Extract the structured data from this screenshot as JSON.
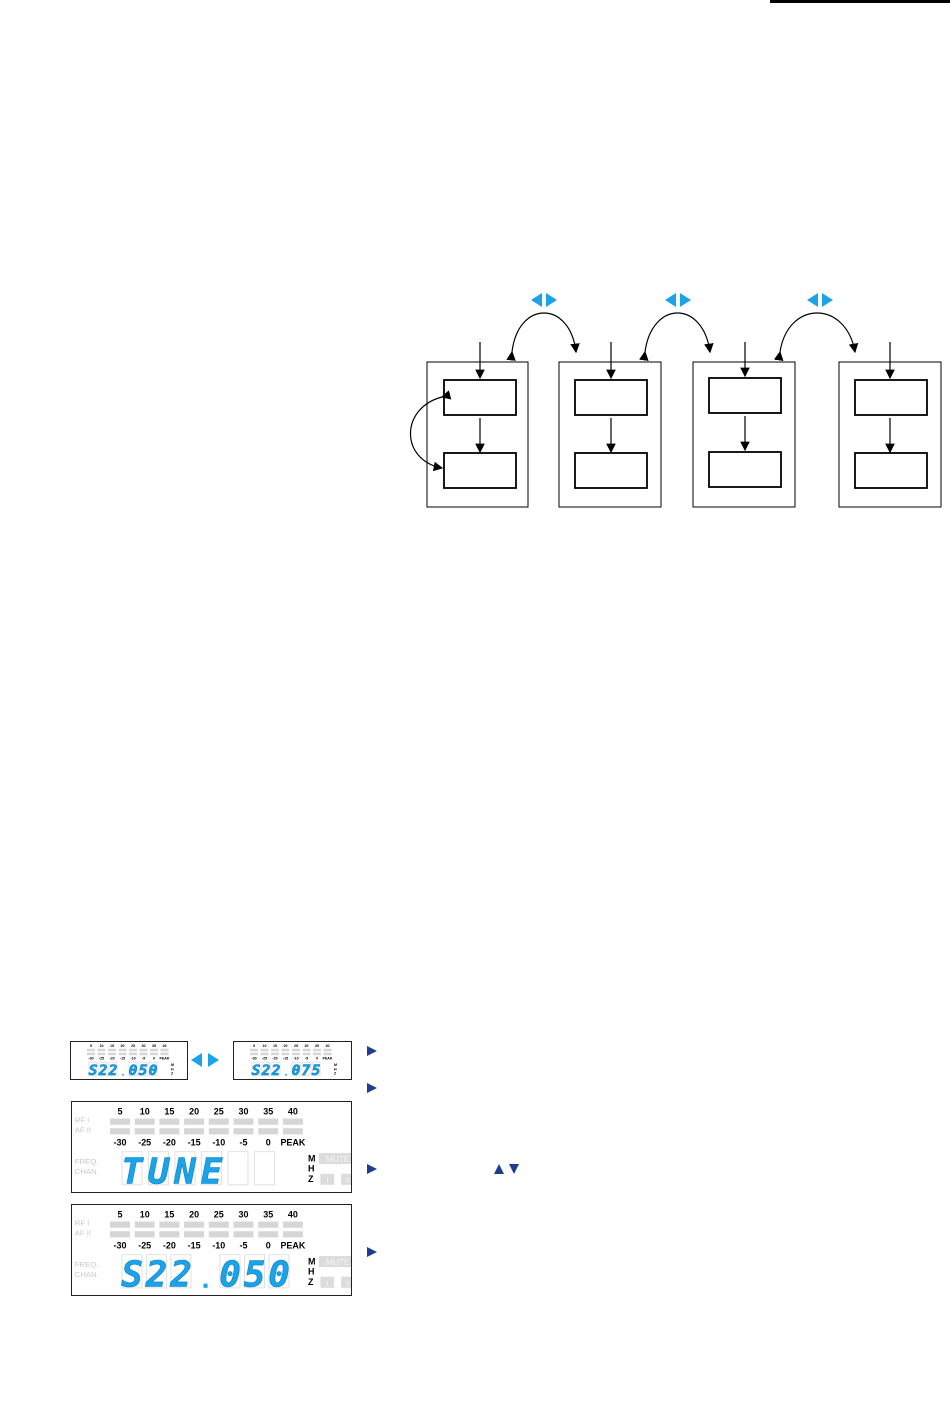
{
  "colors": {
    "accent": "#1aa3e8",
    "navy": "#1f3d8f",
    "inactive": "#d6d6d6",
    "ink": "#000000"
  },
  "nav_arrows": [
    "arrow-left-icon",
    "arrow-right-icon"
  ],
  "mini_display_1": {
    "value": "S22,050",
    "top_scale": [
      "5",
      "10",
      "15",
      "20",
      "25",
      "30",
      "35",
      "40"
    ],
    "bottom_scale": [
      "-30",
      "-25",
      "-20",
      "-15",
      "-10",
      "-5",
      "0",
      "PEAK"
    ],
    "mhz": [
      "M",
      "H",
      "Z"
    ]
  },
  "mini_display_2": {
    "value": "S22,075",
    "top_scale": [
      "5",
      "10",
      "15",
      "20",
      "25",
      "30",
      "35",
      "40"
    ],
    "bottom_scale": [
      "-30",
      "-25",
      "-20",
      "-15",
      "-10",
      "-5",
      "0",
      "PEAK"
    ],
    "mhz": [
      "M",
      "H",
      "Z"
    ]
  },
  "display_tune": {
    "top_scale": [
      "5",
      "10",
      "15",
      "20",
      "25",
      "30",
      "35",
      "40"
    ],
    "bottom_scale": [
      "-30",
      "-25",
      "-20",
      "-15",
      "-10",
      "-5",
      "0",
      "PEAK"
    ],
    "row_labels": [
      "RF I",
      "AF II",
      "FREQ.",
      "CHAN."
    ],
    "chars": [
      "T",
      "U",
      "N",
      "E",
      "",
      ""
    ],
    "mhz": [
      "M",
      "H",
      "Z"
    ],
    "mute": "MUTE",
    "diversity": [
      "I",
      "II"
    ]
  },
  "display_freq": {
    "top_scale": [
      "5",
      "10",
      "15",
      "20",
      "25",
      "30",
      "35",
      "40"
    ],
    "bottom_scale": [
      "-30",
      "-25",
      "-20",
      "-15",
      "-10",
      "-5",
      "0",
      "PEAK"
    ],
    "row_labels": [
      "RF I",
      "AF II",
      "FREQ.",
      "CHAN."
    ],
    "chars": [
      "S",
      "2",
      "2",
      ".",
      "0",
      "5",
      "0"
    ],
    "mhz": [
      "M",
      "H",
      "Z"
    ],
    "mute": "MUTE",
    "diversity": [
      "I",
      "II"
    ]
  },
  "bullets": [
    "play-bullet-icon",
    "play-bullet-icon",
    "play-bullet-icon",
    "play-bullet-icon"
  ],
  "up_down_icons": [
    "triangle-up-icon",
    "triangle-down-icon"
  ]
}
